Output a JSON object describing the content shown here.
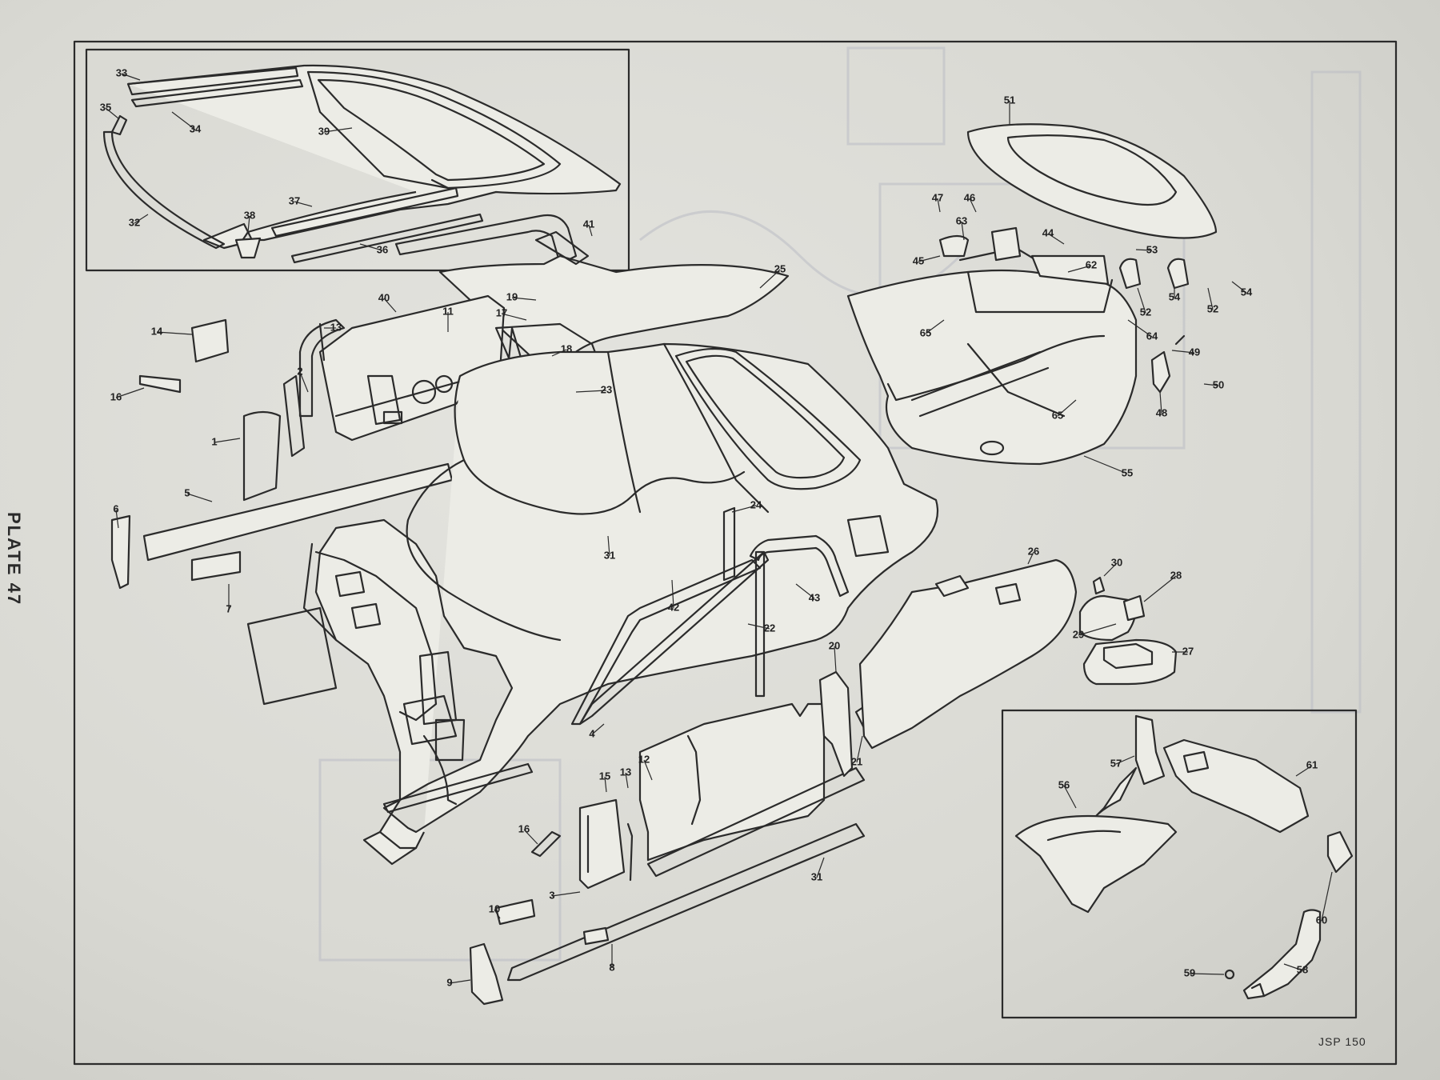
{
  "plate": {
    "title": "PLATE 47",
    "code": "JSP 150"
  },
  "labels": [
    "1",
    "2",
    "3",
    "4",
    "5",
    "6",
    "7",
    "8",
    "9",
    "10",
    "11",
    "12",
    "13",
    "13",
    "14",
    "15",
    "16",
    "16",
    "17",
    "18",
    "19",
    "20",
    "21",
    "22",
    "23",
    "24",
    "25",
    "26",
    "27",
    "28",
    "29",
    "30",
    "31",
    "31",
    "32",
    "33",
    "34",
    "35",
    "36",
    "37",
    "38",
    "39",
    "40",
    "41",
    "42",
    "43",
    "44",
    "45",
    "46",
    "47",
    "48",
    "49",
    "50",
    "51",
    "52",
    "52",
    "53",
    "54",
    "54",
    "55",
    "56",
    "57",
    "58",
    "59",
    "60",
    "61",
    "62",
    "63",
    "64",
    "65",
    "65"
  ]
}
